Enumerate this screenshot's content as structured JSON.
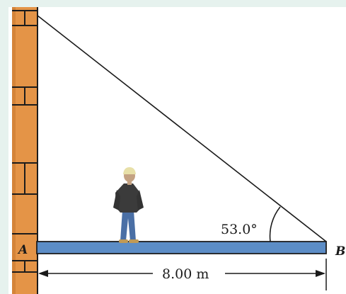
{
  "diagram": {
    "angle_label": "53.0°",
    "length_label": "8.00 m",
    "point_a_label": "A",
    "point_b_label": "B"
  },
  "colors": {
    "background": "#ffffff",
    "frame": "#e6f2ee",
    "wall": "#e49447",
    "wall_lines": "#1c1c1c",
    "beam_fill": "#5c8dc6",
    "beam_outline": "#1e1e1e",
    "cable": "#1a1a1a",
    "person_jacket": "#3b3b3b",
    "person_jeans": "#4a6fa5",
    "person_helmet": "#e8e0a8",
    "person_skin": "#c4a282",
    "person_shoes": "#c09a55"
  }
}
